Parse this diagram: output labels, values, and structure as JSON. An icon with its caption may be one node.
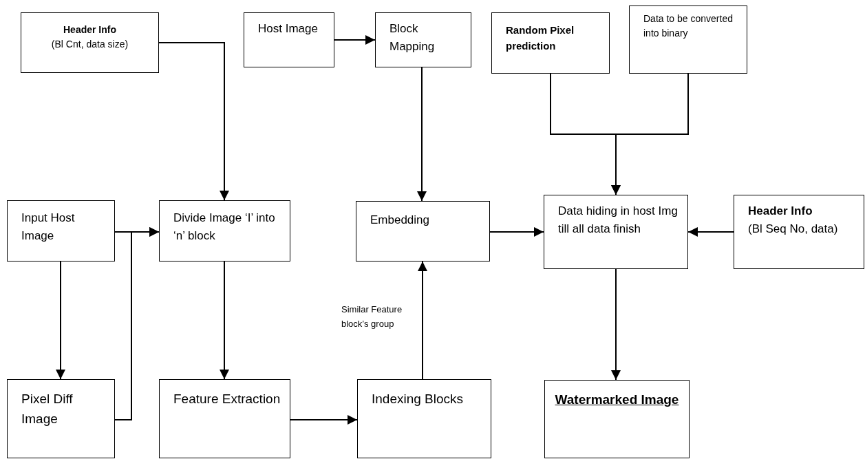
{
  "diagram": {
    "nodes": [
      {
        "text": [
          "Header Info",
          "(Bl Cnt, data size)"
        ]
      },
      {
        "text": [
          "Host Image"
        ]
      },
      {
        "text": [
          "Block Mapping"
        ]
      },
      {
        "text": [
          "Random Pixel prediction"
        ]
      },
      {
        "text": [
          "Data to be converted into binary"
        ]
      },
      {
        "text": [
          "Input Host Image"
        ]
      },
      {
        "text": [
          "Divide Image ‘I’ into ‘n’ block"
        ]
      },
      {
        "text": [
          "Embedding"
        ]
      },
      {
        "text": [
          "Data hiding in host Img till all data finish"
        ]
      },
      {
        "text": [
          "Header Info",
          "(Bl Seq No, data)"
        ]
      },
      {
        "text": [
          "Pixel Diff Image"
        ]
      },
      {
        "text": [
          "Feature Extraction"
        ]
      },
      {
        "text": [
          "Indexing Blocks"
        ]
      },
      {
        "text": [
          "Watermarked Image"
        ]
      }
    ],
    "edges": [
      {
        "from": 0,
        "to": 6,
        "arrow": "to"
      },
      {
        "from": 1,
        "to": 2,
        "arrow": "to"
      },
      {
        "from": 2,
        "to": 7,
        "arrow": "to"
      },
      {
        "from": 3,
        "to": 8,
        "arrow": "to"
      },
      {
        "from": 4,
        "to": 8,
        "arrow": "to"
      },
      {
        "from": 5,
        "to": 6,
        "arrow": "to"
      },
      {
        "from": 5,
        "to": 10,
        "arrow": "to"
      },
      {
        "from": 10,
        "to": 6,
        "arrow": "to"
      },
      {
        "from": 6,
        "to": 11,
        "arrow": "to"
      },
      {
        "from": 11,
        "to": 12,
        "arrow": "to"
      },
      {
        "from": 12,
        "to": 7,
        "arrow": "to",
        "label": "Similar Feature block’s group"
      },
      {
        "from": 7,
        "to": 8,
        "arrow": "to"
      },
      {
        "from": 9,
        "to": 8,
        "arrow": "to"
      },
      {
        "from": 8,
        "to": 13,
        "arrow": "to"
      }
    ]
  }
}
